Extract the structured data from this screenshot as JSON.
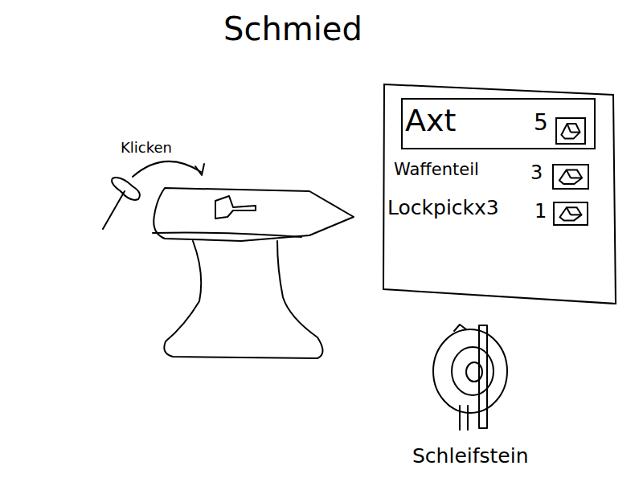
{
  "diagram": {
    "title": "Schmied",
    "nodes": [
      {
        "text": [
          "Waffenteil",
          "3",
          "Lockpickx3",
          "1"
        ]
      },
      {
        "text": [
          "Axt",
          "5"
        ],
        "in": 0
      }
    ],
    "labels": [
      "Klicken",
      "Schleifstein"
    ]
  }
}
